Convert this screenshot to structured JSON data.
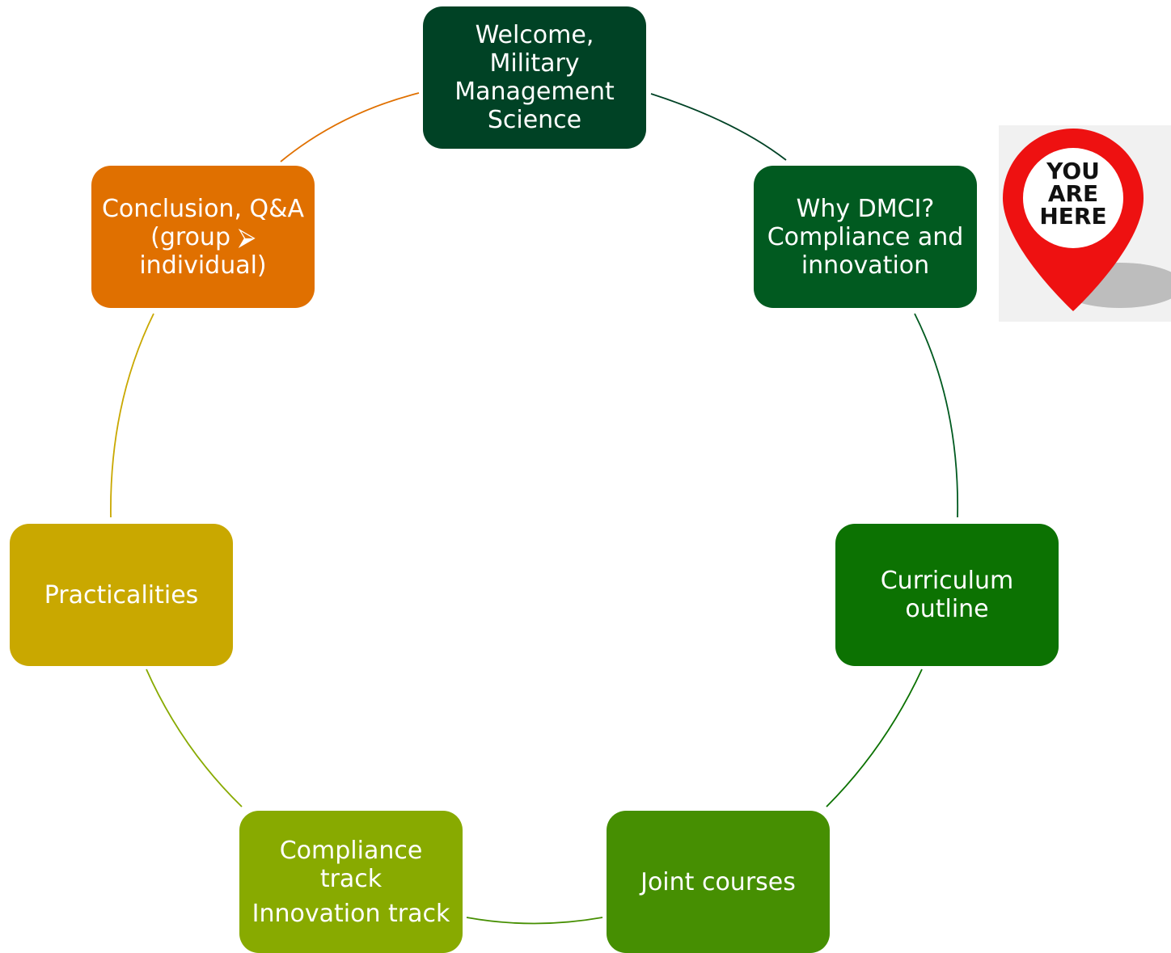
{
  "nodes": [
    {
      "id": "welcome",
      "text": "Welcome, Military Management Science",
      "color": "#004225"
    },
    {
      "id": "why-dmci",
      "text": "Why DMCI? Compliance and innovation",
      "color": "#015a20"
    },
    {
      "id": "curriculum",
      "text": "Curriculum outline",
      "color": "#0c7202"
    },
    {
      "id": "joint-courses",
      "text": "Joint courses",
      "color": "#468f02"
    },
    {
      "id": "tracks",
      "text": "Compliance track",
      "text2": "Innovation track",
      "color": "#88aa00"
    },
    {
      "id": "practicalities",
      "text": "Practicalities",
      "color": "#c9a800"
    },
    {
      "id": "conclusion",
      "text": "Conclusion, Q&A (group ⮚ individual)",
      "color": "#e07000"
    }
  ],
  "marker": {
    "text_lines": [
      "YOU",
      "ARE",
      "HERE"
    ],
    "icon": "location-pin-icon",
    "color": "#ee1111"
  }
}
